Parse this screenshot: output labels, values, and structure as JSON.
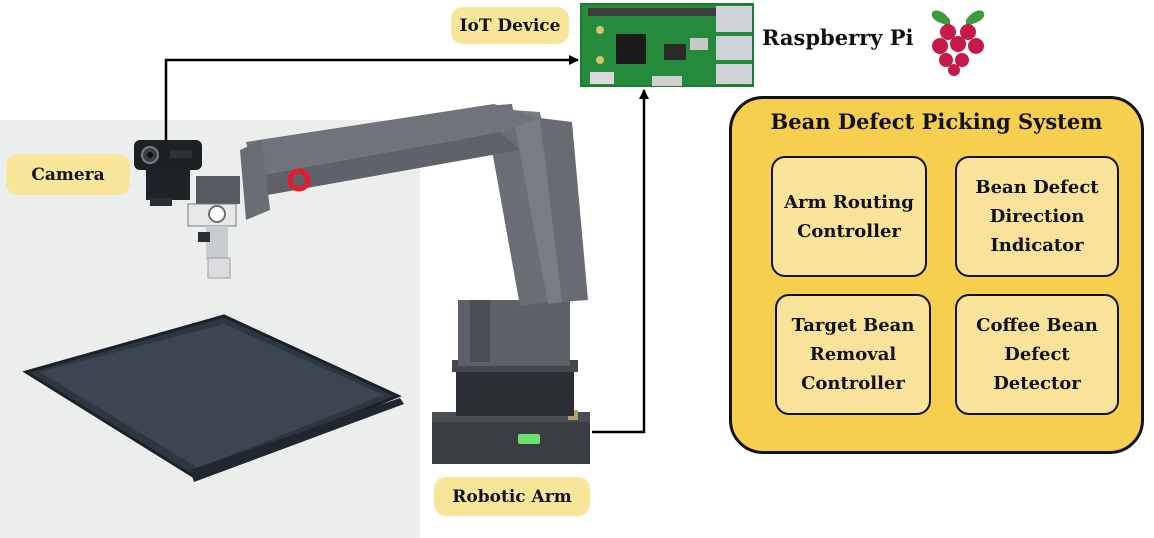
{
  "labels": {
    "iot_device": "IoT Device",
    "camera": "Camera",
    "robotic_arm": "Robotic Arm",
    "raspberry_pi": "Raspberry Pi"
  },
  "system": {
    "title": "Bean Defect Picking System",
    "modules": [
      {
        "label": "Arm Routing\nController"
      },
      {
        "label": "Bean Defect\nDirection\nIndicator"
      },
      {
        "label": "Target Bean\nRemoval\nController"
      },
      {
        "label": "Coffee Bean\nDefect\nDetector"
      }
    ]
  },
  "colors": {
    "label_fill": "#f7e59a",
    "panel_fill": "#f6cf4e",
    "module_fill": "#f9e39a",
    "highlight_ring": "#e8192c",
    "raspberry_logo": "#c51a4a"
  },
  "icons": [
    "raspberry-pi-logo-icon",
    "webcam-icon",
    "circuit-board-icon",
    "robotic-arm-image",
    "tray-image"
  ]
}
